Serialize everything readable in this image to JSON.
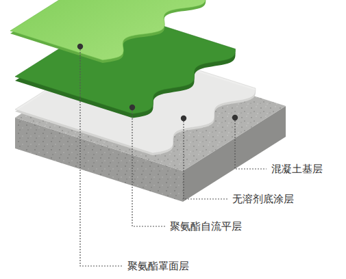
{
  "diagram": {
    "labels": [
      "混凝土基层",
      "无溶剂底涂层",
      "聚氨酯自流平层",
      "聚氨酯罩面层"
    ]
  }
}
